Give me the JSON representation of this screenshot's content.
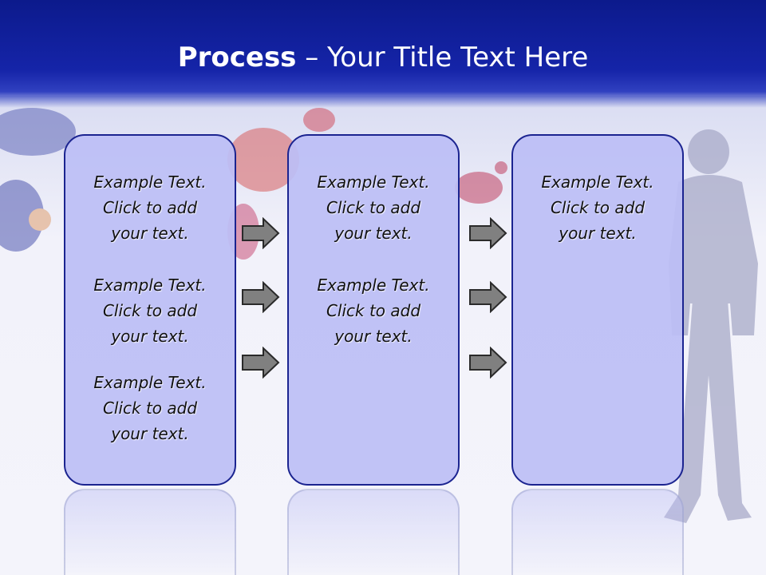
{
  "slide": {
    "title_bold": "Process",
    "title_rest": " – Your Title Text Here"
  },
  "columns": [
    {
      "items": [
        {
          "line1": "Example Text.",
          "line2": "Click  to add",
          "line3": "your text."
        },
        {
          "line1": "Example Text.",
          "line2": "Click  to add",
          "line3": "your text."
        },
        {
          "line1": "Example Text.",
          "line2": "Click  to add",
          "line3": "your text."
        }
      ]
    },
    {
      "items": [
        {
          "line1": "Example Text.",
          "line2": "Click  to add",
          "line3": "your text."
        },
        {
          "line1": "Example Text.",
          "line2": "Click  to add",
          "line3": "your text."
        }
      ]
    },
    {
      "items": [
        {
          "line1": "Example Text.",
          "line2": "Click  to add",
          "line3": "your text."
        }
      ]
    }
  ],
  "colors": {
    "header": "#1524a8",
    "panel_border": "#1b2490",
    "panel_fill": "#bcbef5",
    "arrow_fill": "#808080"
  },
  "icons": [
    "right-arrow-icon"
  ]
}
